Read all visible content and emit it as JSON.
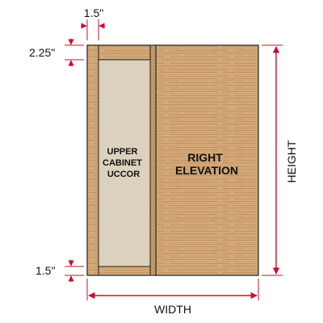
{
  "dimensions": {
    "stile_width": "1.5\"",
    "top_rail": "2.25\"",
    "bottom_rail": "1.5\"",
    "width": "WIDTH",
    "height": "HEIGHT"
  },
  "panels": {
    "door_label_lines": [
      "UPPER",
      "CABINET",
      "UCCOR"
    ],
    "side_label_lines": [
      "RIGHT",
      "ELEVATION"
    ]
  },
  "colors": {
    "dimension_line": "#c8102e",
    "frame_wood": "#d4ab78",
    "door_panel": "#dcd1bd",
    "outline": "#222222",
    "wood_grain": "#b8895a"
  },
  "icons": {
    "dimension_arrow": "arrow-head-icon",
    "wood_texture": "wood-grain-icon"
  }
}
